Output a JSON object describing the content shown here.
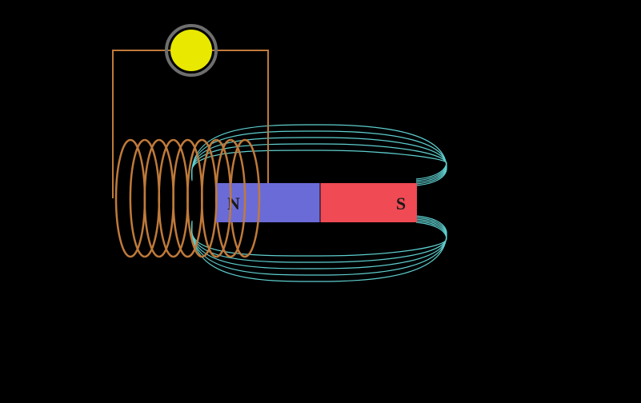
{
  "diagram": {
    "background_color": "#000000",
    "components": {
      "lamp": {
        "name": "light-bulb",
        "fill_color": "#e8e800",
        "ring_color": "#6e6e6e",
        "lit": true
      },
      "wire": {
        "color": "#c07a3a"
      },
      "coil": {
        "color": "#c07a3a",
        "turns": 9
      },
      "magnet": {
        "north_label": "N",
        "south_label": "S",
        "north_color": "#6b6bd8",
        "south_color": "#f04a55"
      },
      "field_lines": {
        "color": "#5fcfcf",
        "count_per_side": 5
      }
    }
  }
}
